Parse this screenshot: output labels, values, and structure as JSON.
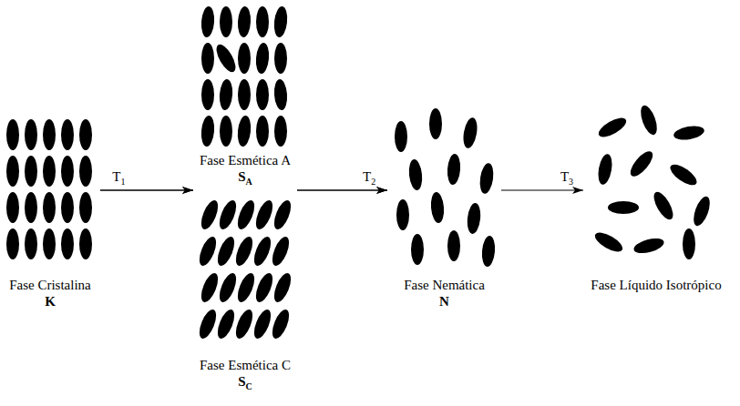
{
  "diagram": {
    "nodes": [
      {
        "text": [
          "Fase Cristalina",
          "K"
        ]
      },
      {
        "text": [
          "Fase Esmética A",
          "SA"
        ]
      },
      {
        "text": [
          "Fase Esmética C",
          "SC"
        ]
      },
      {
        "text": [
          "Fase Nemática",
          "N"
        ]
      },
      {
        "text": [
          "Fase Líquido Isotrópico"
        ]
      }
    ],
    "edges": [
      {
        "from": 0,
        "to": 1,
        "label": "T1",
        "arrow": "to"
      },
      {
        "from": 0,
        "to": 2,
        "arrow": "to"
      },
      {
        "from": 1,
        "to": 3,
        "label": "T2",
        "arrow": "to"
      },
      {
        "from": 2,
        "to": 3,
        "arrow": "to"
      },
      {
        "from": 3,
        "to": 4,
        "label": "T3",
        "arrow": "to"
      }
    ]
  }
}
